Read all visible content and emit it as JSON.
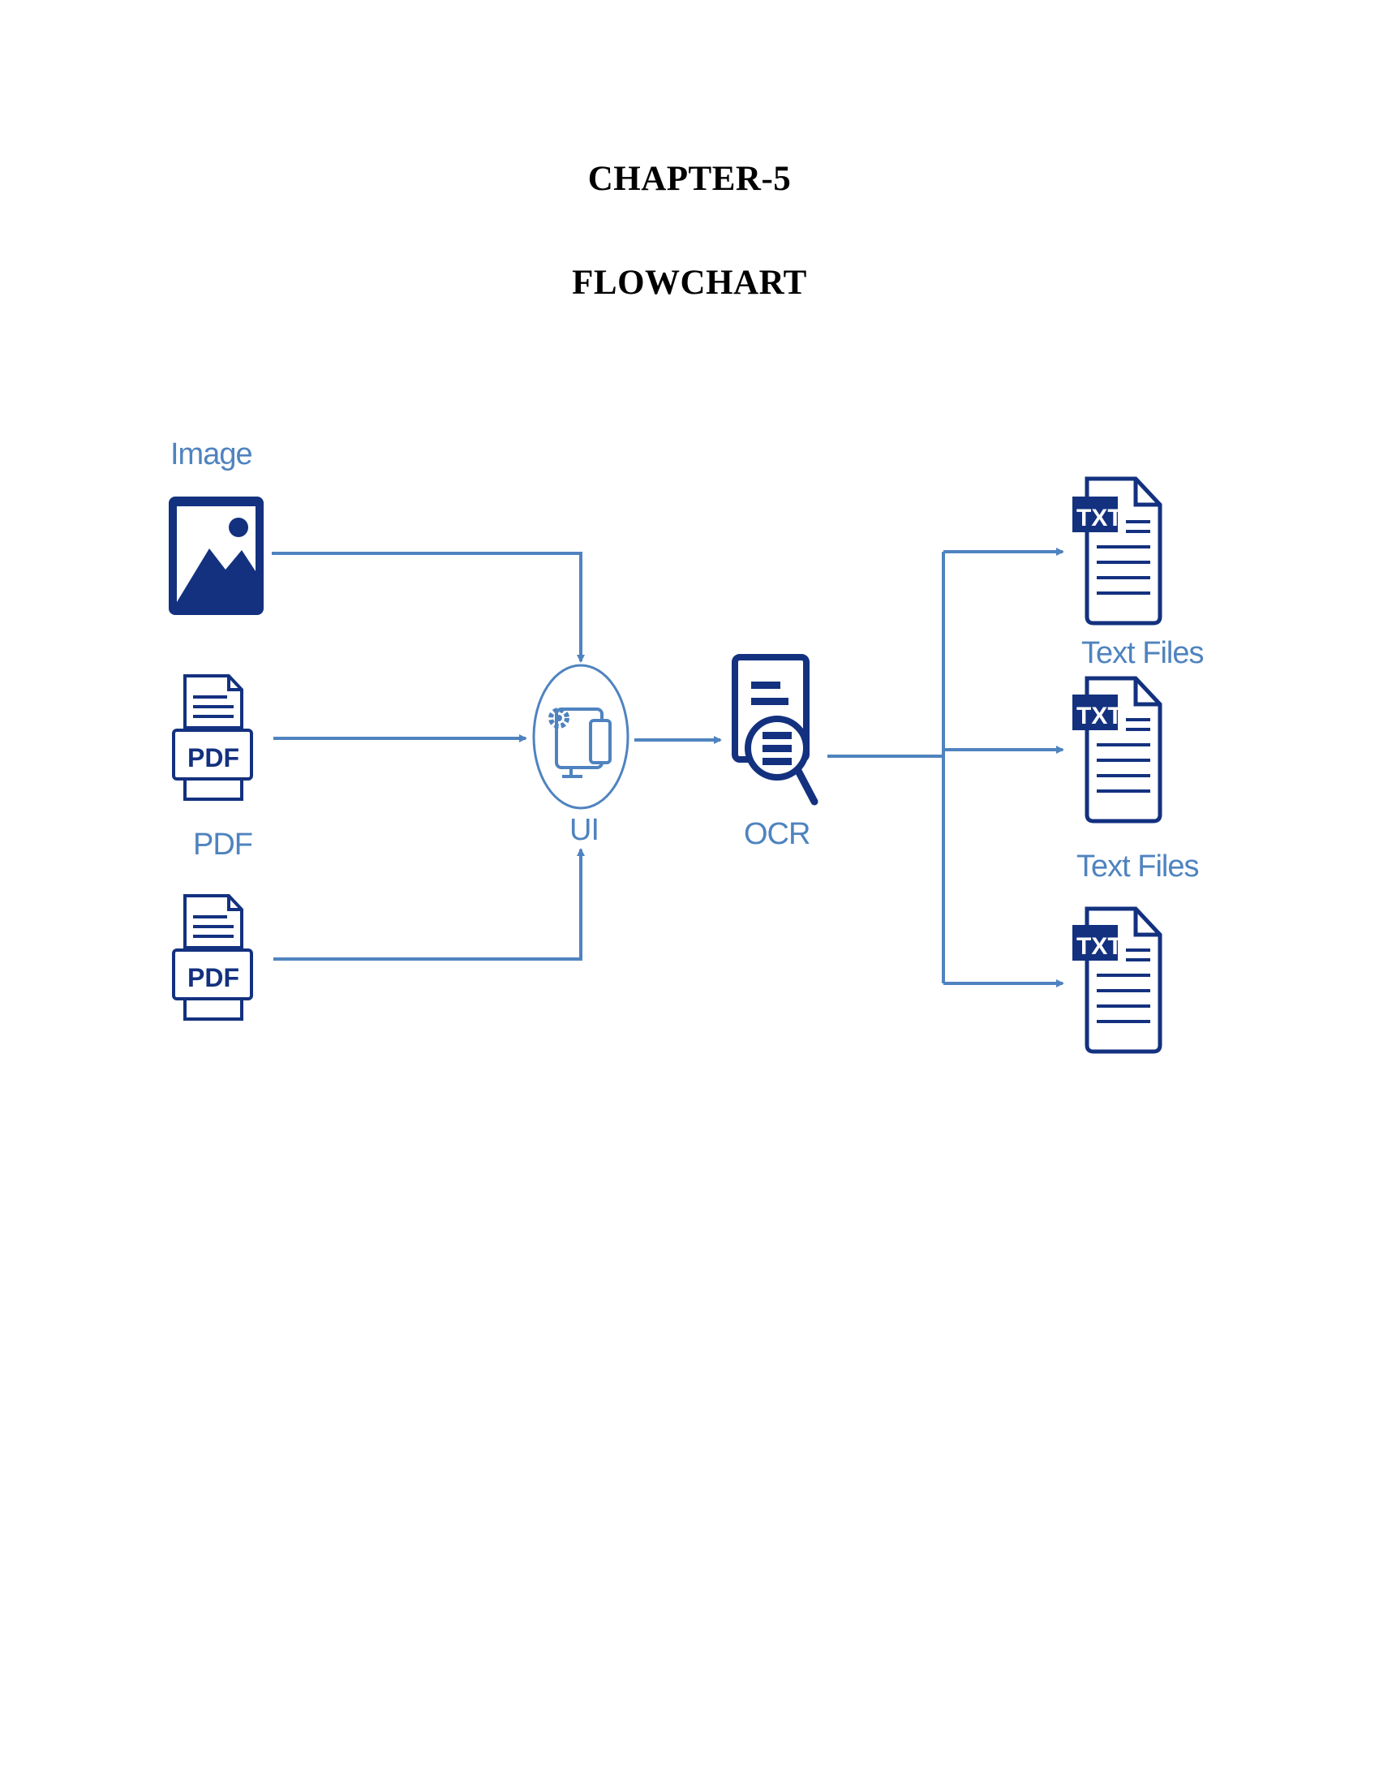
{
  "heading": {
    "chapter": "CHAPTER-5",
    "title": "FLOWCHART"
  },
  "diagram": {
    "inputs": {
      "image_label": "Image",
      "pdf_label": "PDF",
      "pdf_icon_text_1": "PDF",
      "pdf_icon_text_2": "PDF"
    },
    "process": {
      "ui_label": "UI",
      "ocr_label": "OCR"
    },
    "outputs": {
      "txt_icon_text_1": "TXT",
      "txt_icon_text_2": "TXT",
      "txt_icon_text_3": "TXT",
      "text_files_label_1": "Text Files",
      "text_files_label_2": "Text Files"
    },
    "colors": {
      "connector": "#4f83bf",
      "icon_dark": "#13317f",
      "label": "#4f83bf"
    },
    "icons": [
      "image-icon",
      "pdf-document-icon",
      "ui-settings-devices-icon",
      "ocr-scan-icon",
      "txt-file-icon"
    ]
  }
}
